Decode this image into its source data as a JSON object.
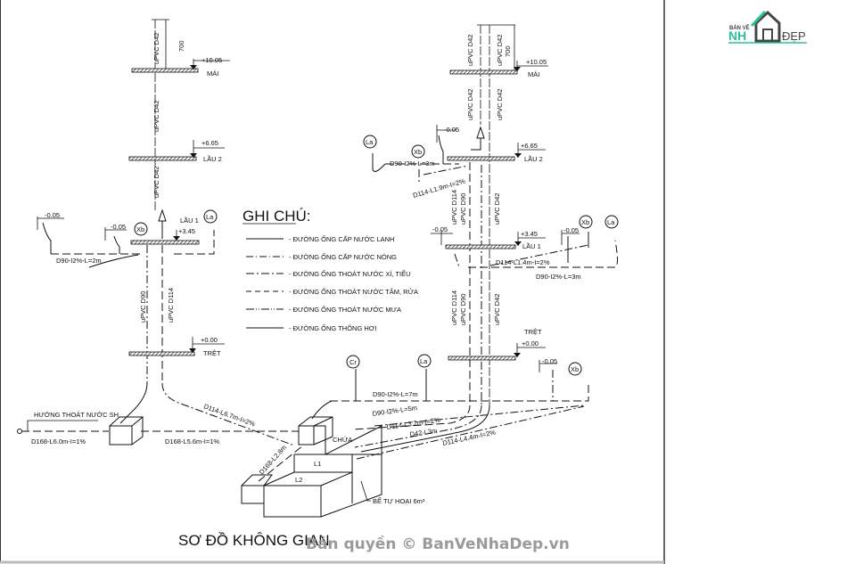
{
  "drawing": {
    "title": "SƠ ĐỒ KHÔNG GIAN",
    "watermark": "Bản quyền © BanVeNhaDep.vn",
    "logo": {
      "top": "BẢN VẼ",
      "left": "NH",
      "right": "ĐẸP",
      "accent_color": "#2bbf9a",
      "dark_color": "#444444"
    },
    "legend": {
      "title": "GHI CHÚ:",
      "items": [
        {
          "label": "- ĐƯỜNG ỐNG CẤP NƯỚC LẠNH",
          "style": "solid"
        },
        {
          "label": "- ĐƯỜNG ỐNG CẤP NƯỚC NÓNG",
          "style": "dash-cross"
        },
        {
          "label": "- ĐƯỜNG ỐNG THOÁT NƯỚC XÍ, TIỂU",
          "style": "dash-dot"
        },
        {
          "label": "- ĐƯỜNG ỐNG THOÁT NƯỚC TẮM, RỬA",
          "style": "dashed"
        },
        {
          "label": "- ĐƯỜNG ỐNG THOÁT NƯỚC MƯA",
          "style": "dash-dot-dot"
        },
        {
          "label": "- ĐƯỜNG ỐNG THÔNG HƠI",
          "style": "tick"
        }
      ]
    },
    "levels": {
      "mai": {
        "name": "MÁI",
        "elev": "+10.05"
      },
      "lau2": {
        "name": "LẦU 2",
        "elev": "+6.65"
      },
      "lau1": {
        "name": "LẦU 1",
        "elev": "+3.45"
      },
      "tret": {
        "name": "TRỆT",
        "elev": "+0.00"
      },
      "floor_drain": "-0.05",
      "dim_700": "700"
    },
    "pipes": {
      "d42": "uPVC D42",
      "d90": "uPVC D90",
      "d114": "uPVC D114"
    },
    "fixtures": {
      "la": "La",
      "xb": "Xb",
      "cr": "Cr"
    },
    "annotations": {
      "l_d90_2m": "D90-I2%-L=2m",
      "huong": "HƯỚNG THOÁT NƯỚC SH",
      "d168_6": "D168-L6.0m-I=1%",
      "d168_56": "D168-L5.6m-I=1%",
      "d114_67": "D114-L6.7m-I=2%",
      "d168_28": "D168-L2.8m",
      "r_d90_3m_top": "D90-I2%-L=3m",
      "r_d114_19": "D114-L1.9m-I=2%",
      "r_d114_14": "D114-L1.4m-I=2%",
      "r_d90_3m": "D90-I2%-L=3m",
      "d90_7m": "D90-I2%-L=7m",
      "d90_5m": "D90-I2%-L=5m",
      "d114_32": "D114-L3.2m-I=2%",
      "d42_3m": "D42-L3m",
      "d114_44": "D114-L4.4m-I=2%"
    },
    "tank": {
      "chua": "CHỨA",
      "l1": "L1",
      "l2": "L2",
      "name": "BỂ TỰ HOẠI 6m³"
    }
  }
}
